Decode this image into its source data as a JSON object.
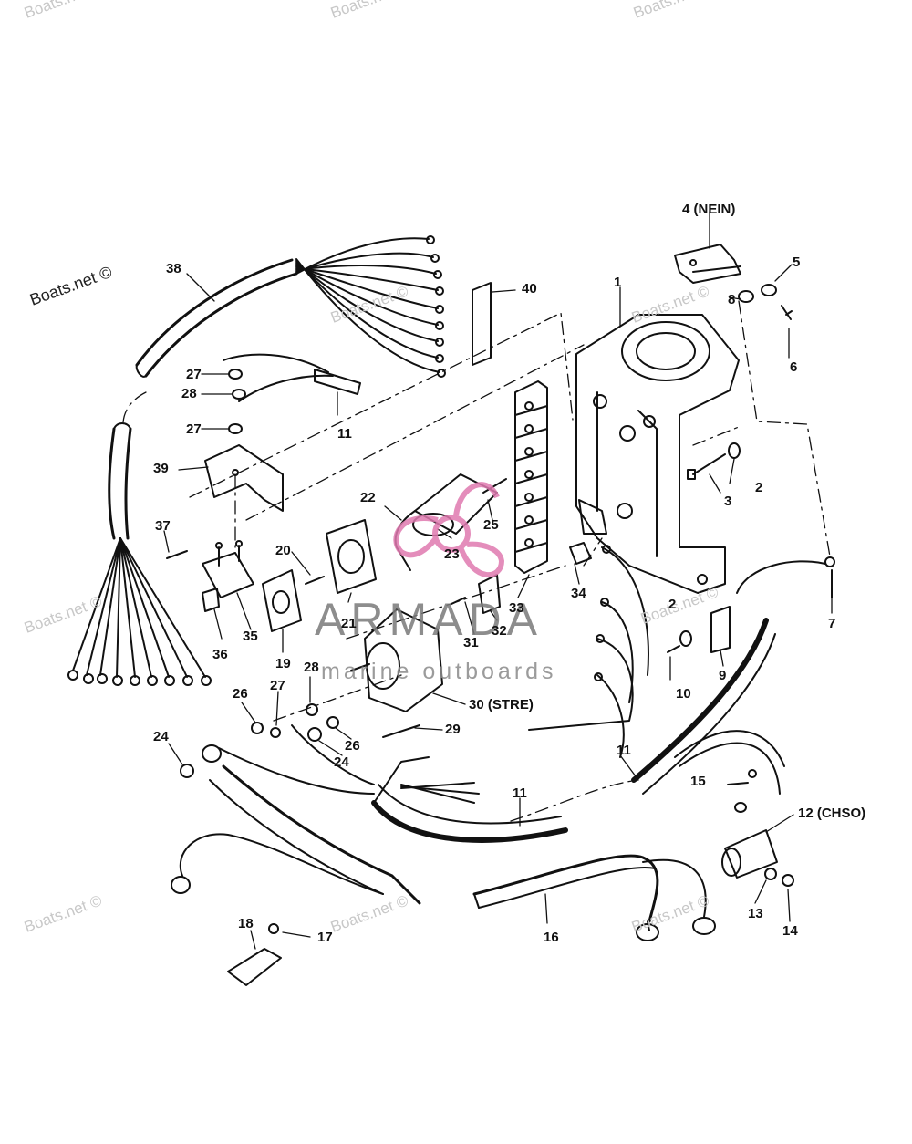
{
  "watermark": {
    "text": "Boats.net ©",
    "color": "#c8c8c8"
  },
  "logo": {
    "title": "ARMADA",
    "subtitle": "marine outboards",
    "accent_color": "#e07ab0"
  },
  "callouts": {
    "c1": "1",
    "c2a": "2",
    "c2b": "2",
    "c3": "3",
    "c4": "4 (NEIN)",
    "c5": "5",
    "c6": "6",
    "c7": "7",
    "c8": "8",
    "c9": "9",
    "c10": "10",
    "c11a": "11",
    "c11b": "11",
    "c11c": "11",
    "c12": "12 (CHSO)",
    "c13": "13",
    "c14": "14",
    "c15": "15",
    "c16": "16",
    "c17": "17",
    "c18": "18",
    "c19": "19",
    "c20": "20",
    "c21": "21",
    "c22": "22",
    "c23": "23",
    "c24a": "24",
    "c24b": "24",
    "c25": "25",
    "c26a": "26",
    "c26b": "26",
    "c27a": "27",
    "c27b": "27",
    "c27c": "27",
    "c28a": "28",
    "c28b": "28",
    "c29": "29",
    "c30": "30 (STRE)",
    "c31": "31",
    "c32": "32",
    "c33": "33",
    "c34": "34",
    "c35": "35",
    "c36": "36",
    "c37": "37",
    "c38": "38",
    "c39": "39",
    "c40": "40"
  }
}
